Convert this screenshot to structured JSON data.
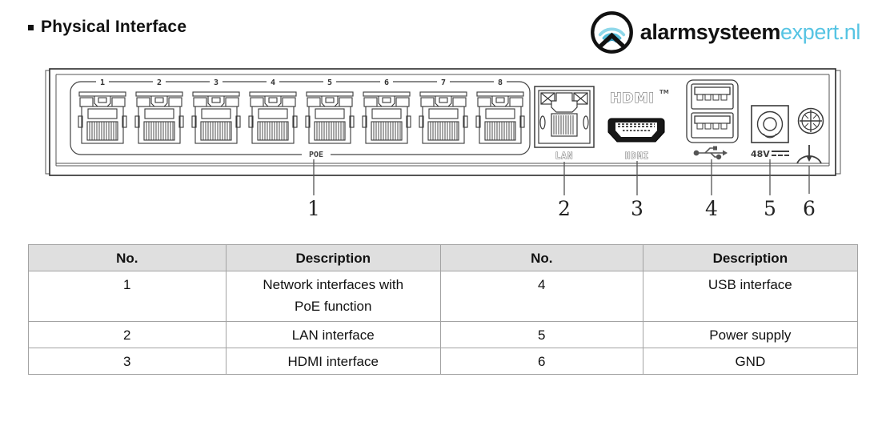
{
  "page": {
    "title": "Physical Interface"
  },
  "logo": {
    "brand_bold": "alarmsysteem",
    "brand_light": "expert.nl",
    "accent_color": "#56c4e3",
    "icon": "wifi-arcs-in-circle"
  },
  "device": {
    "poe_ports": {
      "count": 8,
      "numbers": [
        "1",
        "2",
        "3",
        "4",
        "5",
        "6",
        "7",
        "8"
      ],
      "group_label": "POE"
    },
    "labels": {
      "lan": "LAN",
      "hdmi_logo": "HDMI",
      "hdmi_tm": "TM",
      "hdmi": "HDMI",
      "power": "48V",
      "power_symbol": "dc-voltage-symbol",
      "usb_symbol": "usb-trident-symbol",
      "gnd_symbol": "functional-earth-symbol"
    },
    "callouts": [
      "1",
      "2",
      "3",
      "4",
      "5",
      "6"
    ]
  },
  "table": {
    "headers": [
      "No.",
      "Description",
      "No.",
      "Description"
    ],
    "rows": [
      [
        "1",
        "Network interfaces with\nPoE function",
        "4",
        "USB interface"
      ],
      [
        "2",
        "LAN interface",
        "5",
        "Power supply"
      ],
      [
        "3",
        "HDMI interface",
        "6",
        "GND"
      ]
    ],
    "header_bg": "#dfdfdf",
    "border_color": "#a3a3a3"
  }
}
